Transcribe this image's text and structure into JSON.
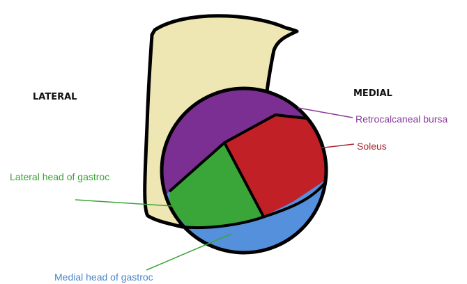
{
  "orientation": {
    "lateral": "LATERAL",
    "medial": "MEDIAL"
  },
  "structures": [
    {
      "id": "retrocalcaneal-bursa",
      "label": "Retrocalcaneal bursa",
      "color": "#8a3a9a",
      "fill": "#7b2f93"
    },
    {
      "id": "soleus",
      "label": "Soleus",
      "color": "#a8282e",
      "fill": "#c22027"
    },
    {
      "id": "lateral-head-gastroc",
      "label": "Lateral head of gastroc",
      "color": "#3aa336",
      "fill": "#3aa63a"
    },
    {
      "id": "medial-head-gastroc",
      "label": "Medial head of gastroc",
      "color": "#4a86c6",
      "fill": "#5590dc"
    }
  ],
  "calcaneus_fill": "#efe7b3",
  "outline_color": "#000000"
}
